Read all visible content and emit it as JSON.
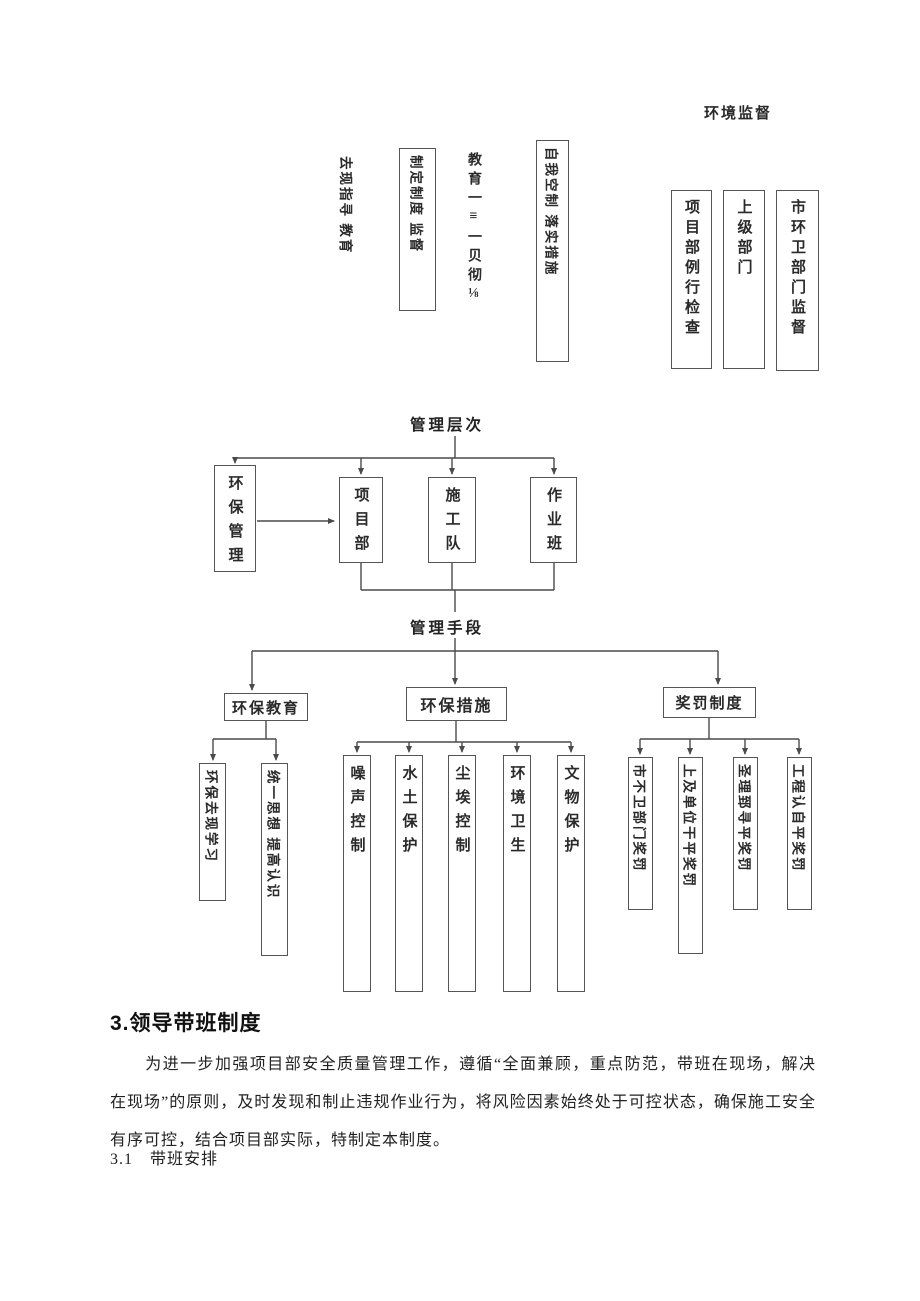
{
  "top": {
    "env_supervision_label": "环境监督",
    "rotated_note_1": "去现指寻 教育",
    "rotated_box_rules": "制定制度 监督",
    "rotated_note_2": "教育一≡一贝彻⅛",
    "rotated_box_selfcontrol": "自我空制 落实措施",
    "box_project_inspection": "项目部例行检查",
    "box_superior_dept": "上级部门",
    "box_city_sanitation": "市环卫部门监督"
  },
  "levels_diagram": {
    "title": "管理层次",
    "env_management": "环保管理",
    "boxes": [
      "项目部",
      "施工队",
      "作业班"
    ]
  },
  "methods_diagram": {
    "title": "管理手段",
    "categories": [
      "环保教育",
      "环保措施",
      "奖罚制度"
    ],
    "education_items": [
      "环保去现学习",
      "统一思想 提高认识"
    ],
    "measure_items": [
      "噪声控制",
      "水土保护",
      "尘埃控制",
      "环境卫生",
      "文物保护"
    ],
    "reward_items": [
      "市不卫部门奖罚",
      "上及单位干平奖罚",
      "圣理郅寻平奖罚",
      "工程认自平奖罚"
    ]
  },
  "section": {
    "heading": "3.领导带班制度",
    "paragraph": "为进一步加强项目部安全质量管理工作，遵循“全面兼顾，重点防范，带班在现场，解决在现场”的原则，及时发现和制止违规作业行为，将风险因素始终处于可控状态，确保施工安全有序可控，结合项目部实际，特制定本制度。",
    "subsection": "3.1　带班安排"
  }
}
